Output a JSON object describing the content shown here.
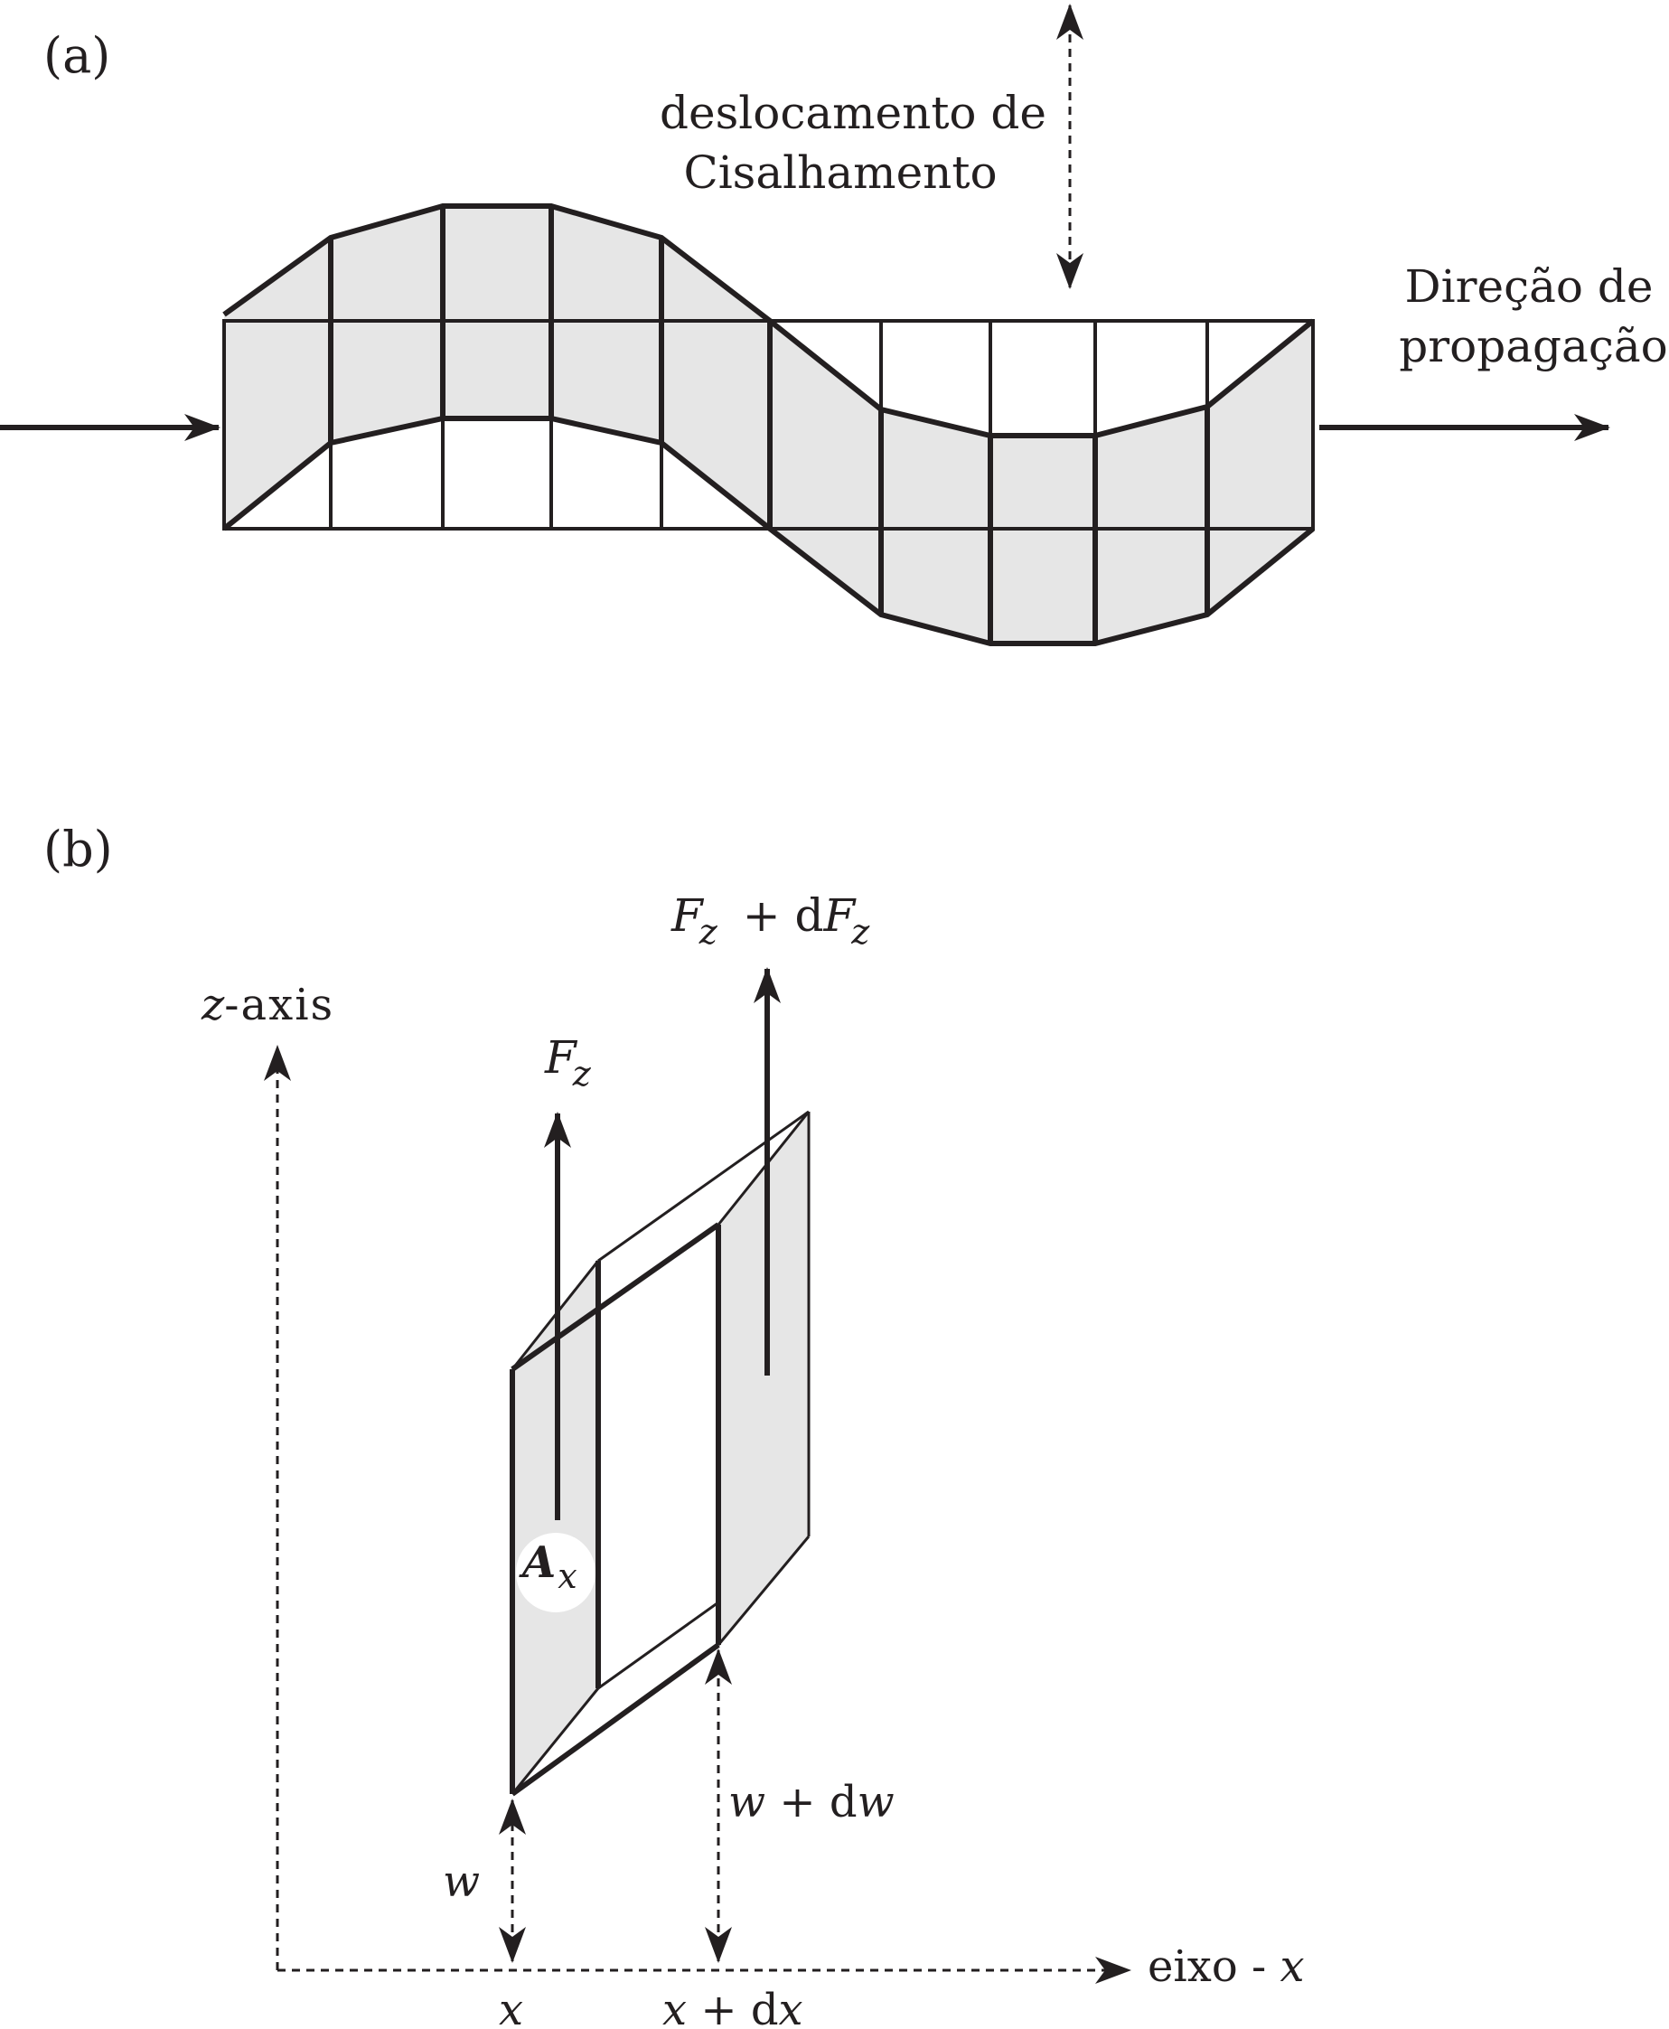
{
  "panel_a": {
    "label": "(a)",
    "shear_label_line1": "deslocamento de",
    "shear_label_line2": "Cisalhamento",
    "direction_label_line1": "Direção de",
    "direction_label_line2": "propagação"
  },
  "panel_b": {
    "label": "(b)",
    "force_plus": {
      "f": "F",
      "sub": "z",
      "op": "+ d",
      "f2": "F",
      "sub2": "z"
    },
    "force": {
      "f": "F",
      "sub": "z"
    },
    "area": {
      "a": "A",
      "sub": "x"
    },
    "z_axis": {
      "z": "z",
      "rest": "-axis"
    },
    "x_axis": {
      "text": "eixo - ",
      "x": "x"
    },
    "w_label": "w",
    "w_dw": {
      "w": "w",
      "op": " + d",
      "w2": "w"
    },
    "x_label": "x",
    "x_dx": {
      "x": "x",
      "op": " + d",
      "x2": "x"
    }
  },
  "colors": {
    "ink": "#231f20",
    "fill": "#e6e6e6"
  }
}
